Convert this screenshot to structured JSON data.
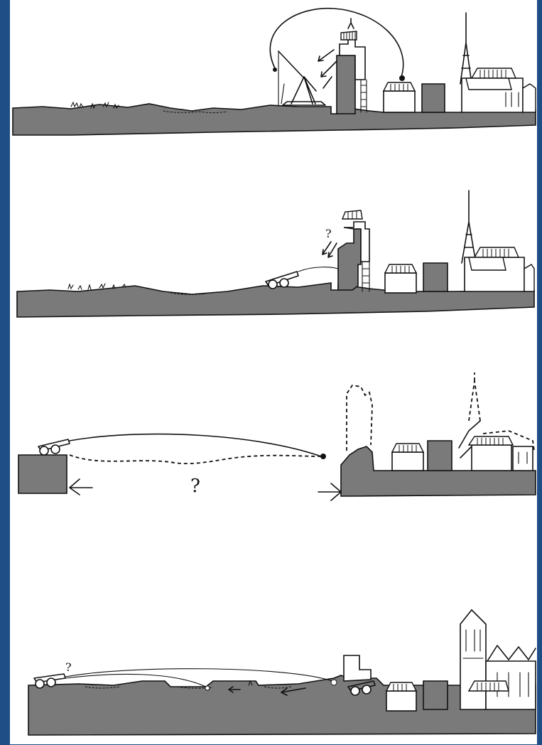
{
  "figure": {
    "panels": [
      {
        "id": "panel-1",
        "question_marks": []
      },
      {
        "id": "panel-2",
        "question_marks": [
          "?"
        ]
      },
      {
        "id": "panel-3",
        "question_marks": [
          "?"
        ]
      },
      {
        "id": "panel-4",
        "question_marks": [
          "?"
        ]
      }
    ]
  },
  "colors": {
    "frame": "#1f4e86",
    "paper": "#ffffff",
    "ground_fill": "#7a7a7a",
    "ink": "#111111"
  }
}
